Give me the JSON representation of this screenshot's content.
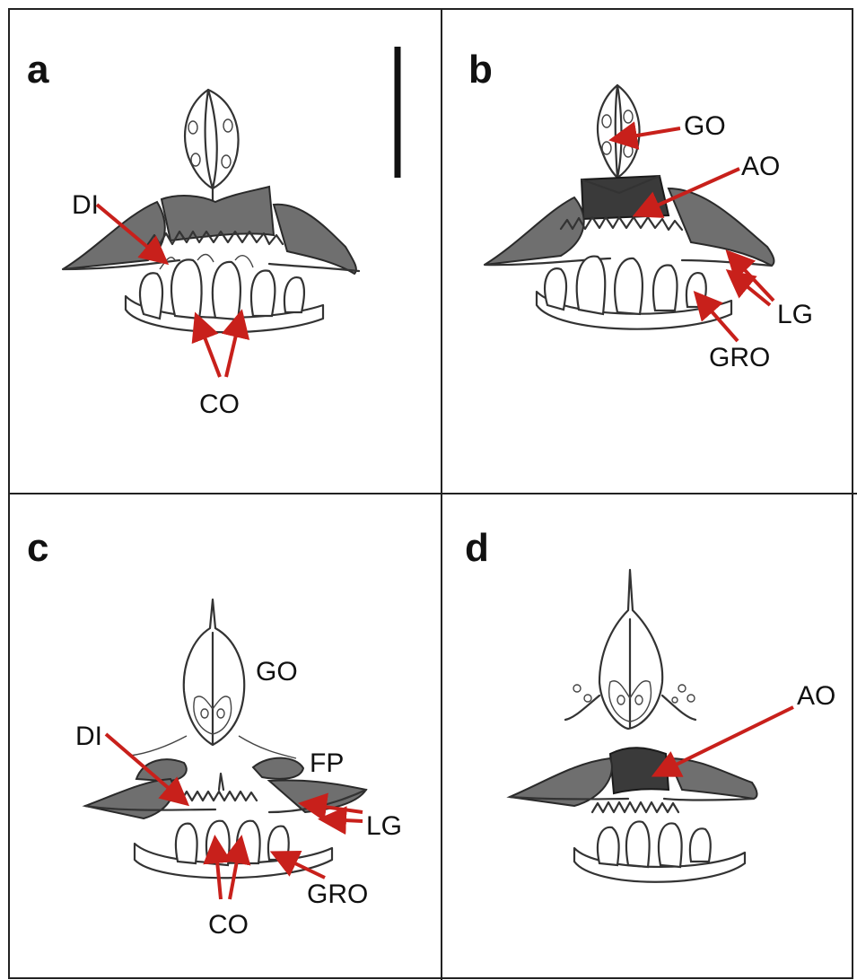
{
  "panels": [
    {
      "letter": "a",
      "labels": {
        "di": "DI",
        "co": "CO"
      }
    },
    {
      "letter": "b",
      "labels": {
        "go": "GO",
        "ao": "AO",
        "lg": "LG",
        "gro": "GRO"
      }
    },
    {
      "letter": "c",
      "labels": {
        "go": "GO",
        "di": "DI",
        "fp": "FP",
        "lg": "LG",
        "gro": "GRO",
        "co": "CO"
      }
    },
    {
      "letter": "d",
      "labels": {
        "ao": "AO"
      }
    }
  ],
  "colors": {
    "arrow": "#c8201b",
    "border": "#222222",
    "pencil": "#333333"
  }
}
